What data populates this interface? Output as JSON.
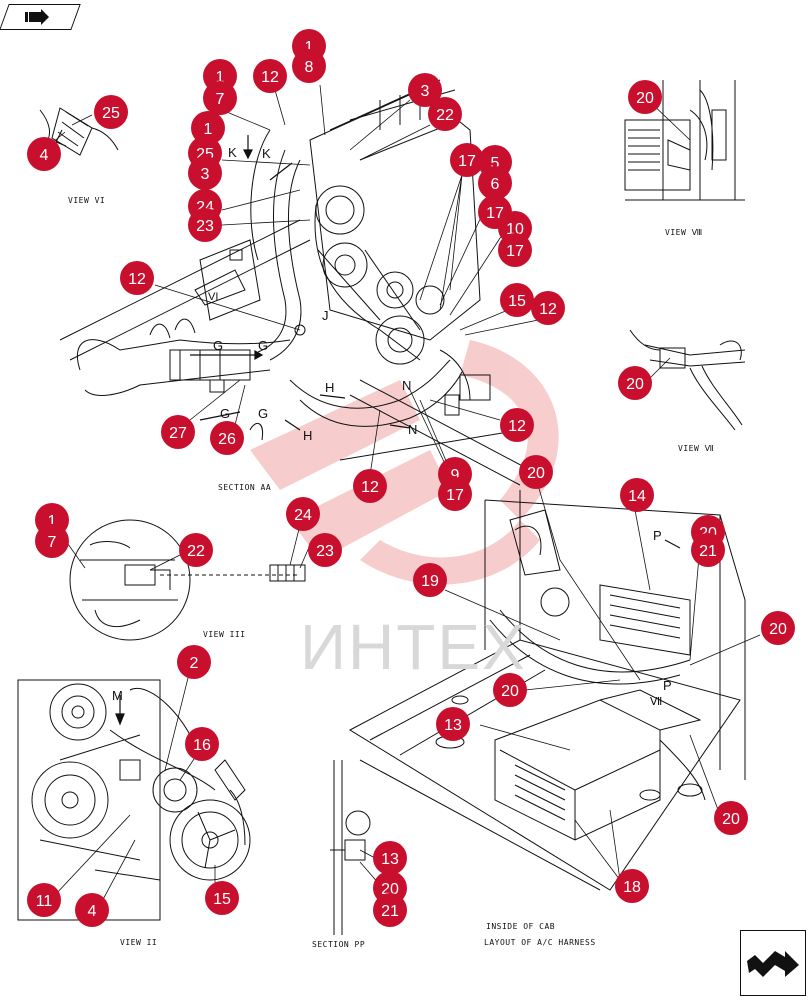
{
  "captions": {
    "view_vi": "VIEW VI",
    "view_viii": "VIEW Ⅷ",
    "section_aa": "SECTION AA",
    "view_iii": "VIEW III",
    "view_vii": "VIEW Ⅶ",
    "view_ii": "VIEW II",
    "section_pp": "SECTION PP",
    "inside_cab": "INSIDE OF CAB",
    "layout_ac": "LAYOUT OF A/C HARNESS"
  },
  "watermark": "ИНТЕХ",
  "letters": {
    "k1": "K",
    "k2": "K",
    "g1": "G",
    "g2": "G",
    "g3": "G",
    "g4": "G",
    "h1": "H",
    "h2": "H",
    "n1": "N",
    "n2": "N",
    "m": "M",
    "p1": "P",
    "p2": "P",
    "j1": "J",
    "vi": "VI",
    "vii": "Ⅶ"
  },
  "callouts": [
    {
      "id": "c1a",
      "label": "1"
    },
    {
      "id": "c8",
      "label": "8"
    },
    {
      "id": "c12a",
      "label": "12"
    },
    {
      "id": "c1b",
      "label": "1"
    },
    {
      "id": "c7a",
      "label": "7"
    },
    {
      "id": "c1c",
      "label": "1"
    },
    {
      "id": "c25a",
      "label": "25"
    },
    {
      "id": "c3a",
      "label": "3"
    },
    {
      "id": "c24a",
      "label": "24"
    },
    {
      "id": "c23a",
      "label": "23"
    },
    {
      "id": "c3b",
      "label": "3"
    },
    {
      "id": "c22a",
      "label": "22"
    },
    {
      "id": "c17a",
      "label": "17"
    },
    {
      "id": "c5",
      "label": "5"
    },
    {
      "id": "c6",
      "label": "6"
    },
    {
      "id": "c17b",
      "label": "17"
    },
    {
      "id": "c10",
      "label": "10"
    },
    {
      "id": "c17c",
      "label": "17"
    },
    {
      "id": "c15a",
      "label": "15"
    },
    {
      "id": "c12b",
      "label": "12"
    },
    {
      "id": "c12c",
      "label": "12"
    },
    {
      "id": "c12d",
      "label": "12"
    },
    {
      "id": "c12e",
      "label": "12"
    },
    {
      "id": "c9",
      "label": "9"
    },
    {
      "id": "c17d",
      "label": "17"
    },
    {
      "id": "c27",
      "label": "27"
    },
    {
      "id": "c26",
      "label": "26"
    },
    {
      "id": "c25b",
      "label": "25"
    },
    {
      "id": "c4a",
      "label": "4"
    },
    {
      "id": "c20a",
      "label": "20"
    },
    {
      "id": "c20b",
      "label": "20"
    },
    {
      "id": "c1d",
      "label": "1"
    },
    {
      "id": "c7b",
      "label": "7"
    },
    {
      "id": "c22b",
      "label": "22"
    },
    {
      "id": "c24b",
      "label": "24"
    },
    {
      "id": "c23b",
      "label": "23"
    },
    {
      "id": "c20c",
      "label": "20"
    },
    {
      "id": "c14",
      "label": "14"
    },
    {
      "id": "c20d",
      "label": "20"
    },
    {
      "id": "c21a",
      "label": "21"
    },
    {
      "id": "c19",
      "label": "19"
    },
    {
      "id": "c20e",
      "label": "20"
    },
    {
      "id": "c20f",
      "label": "20"
    },
    {
      "id": "c13a",
      "label": "13"
    },
    {
      "id": "c20g",
      "label": "20"
    },
    {
      "id": "c18",
      "label": "18"
    },
    {
      "id": "c2",
      "label": "2"
    },
    {
      "id": "c16",
      "label": "16"
    },
    {
      "id": "c11",
      "label": "11"
    },
    {
      "id": "c4b",
      "label": "4"
    },
    {
      "id": "c15b",
      "label": "15"
    },
    {
      "id": "c13b",
      "label": "13"
    },
    {
      "id": "c20h",
      "label": "20"
    },
    {
      "id": "c21b",
      "label": "21"
    }
  ],
  "colors": {
    "callout": "#c8102e",
    "line": "#111111",
    "watermark": "#e24a4a"
  },
  "icons": {
    "top_left": "right-arrow-nav-icon",
    "bottom_right": "next-page-nav-icon"
  }
}
